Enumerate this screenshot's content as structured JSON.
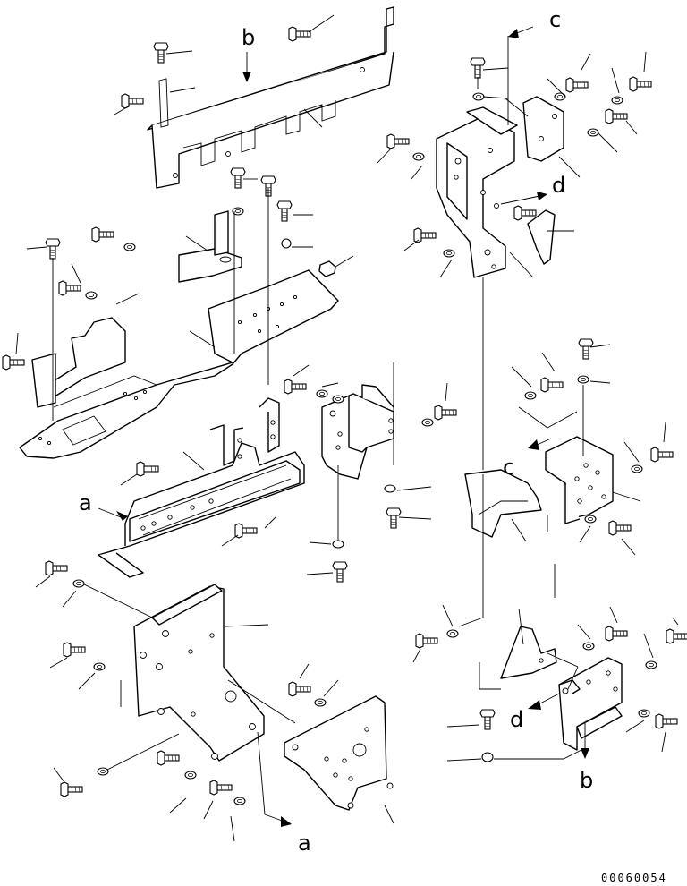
{
  "diagram": {
    "reference_letters": {
      "a": "a",
      "b": "b",
      "c": "c",
      "d": "d"
    },
    "drawing_number": "00060054"
  }
}
